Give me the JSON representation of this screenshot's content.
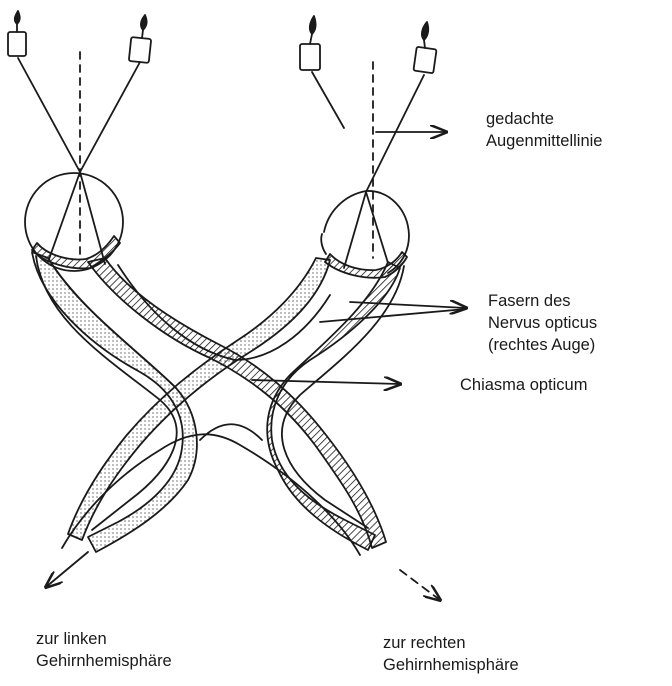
{
  "labels": {
    "midline": {
      "line1": "gedachte",
      "line2": "Augenmittellinie"
    },
    "fibers": {
      "line1": "Fasern des",
      "line2": "Nervus opticus",
      "line3": "(rechtes Auge)"
    },
    "chiasma": {
      "line1": "Chiasma opticum"
    },
    "left_hemisphere": {
      "line1": "zur linken",
      "line2": "Gehirnhemisphäre"
    },
    "right_hemisphere": {
      "line1": "zur rechten",
      "line2": "Gehirnhemisphäre"
    }
  },
  "colors": {
    "ink": "#1a1a1a",
    "paper": "#ffffff"
  }
}
